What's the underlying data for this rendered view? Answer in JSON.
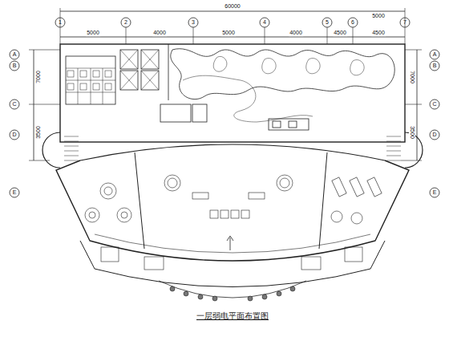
{
  "diagram": {
    "caption": "一层弱电平面布置图",
    "labels": [
      "60000",
      "5000",
      "4000",
      "5000",
      "4000",
      "4500",
      "4500",
      "5000",
      "1",
      "2",
      "3",
      "4",
      "5",
      "6",
      "7",
      "7000",
      "3500",
      "7000",
      "3500",
      "A",
      "B",
      "C",
      "D",
      "E",
      "A",
      "B",
      "C",
      "D",
      "E"
    ]
  }
}
